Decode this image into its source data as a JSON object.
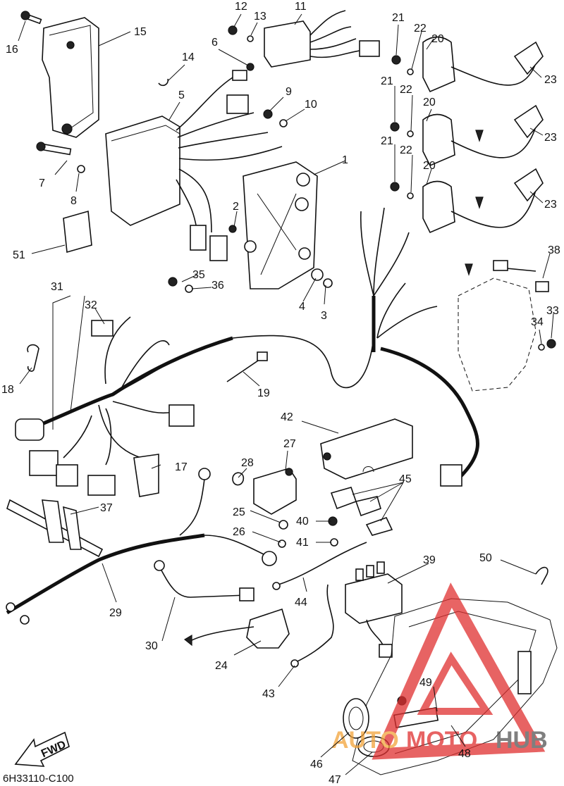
{
  "diagram_code": "6H33110-C100",
  "fwd_label": "FWD",
  "watermark": {
    "part1": "AUTO",
    "part2": "MOTO",
    "part3": "HUB",
    "color_orange": "#f2a33a",
    "color_red": "#e03030",
    "color_gray": "#555555"
  },
  "callouts": [
    "1",
    "2",
    "3",
    "4",
    "5",
    "6",
    "7",
    "8",
    "9",
    "10",
    "11",
    "12",
    "13",
    "14",
    "15",
    "16",
    "17",
    "18",
    "19",
    "20",
    "20",
    "20",
    "21",
    "21",
    "21",
    "22",
    "22",
    "22",
    "23",
    "23",
    "23",
    "24",
    "25",
    "26",
    "27",
    "28",
    "29",
    "30",
    "31",
    "32",
    "33",
    "34",
    "35",
    "36",
    "37",
    "38",
    "39",
    "40",
    "41",
    "42",
    "43",
    "44",
    "45",
    "46",
    "47",
    "48",
    "49",
    "50",
    "51"
  ]
}
